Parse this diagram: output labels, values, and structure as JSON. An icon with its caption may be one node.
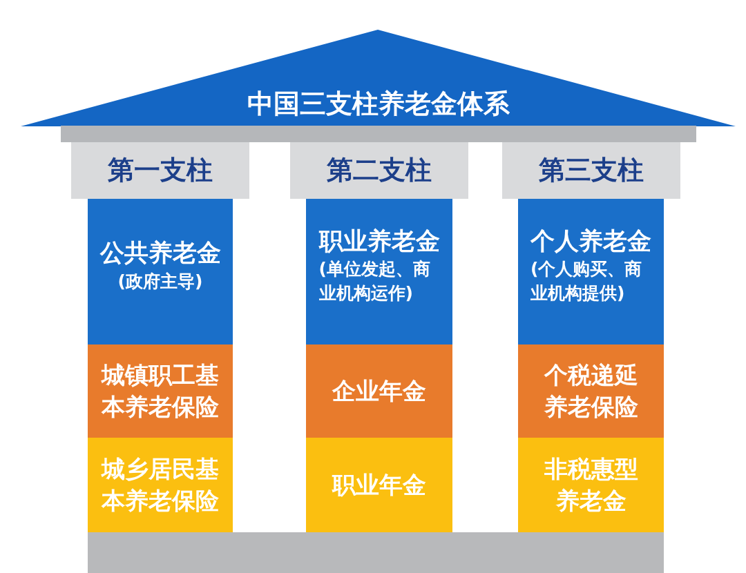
{
  "diagram": {
    "nodes": [
      {
        "text": [
          "中国三支柱养老金体系"
        ]
      },
      {
        "text": [],
        "shape": "bar"
      },
      {
        "text": [
          "第一支柱"
        ]
      },
      {
        "text": [
          "第二支柱"
        ]
      },
      {
        "text": [
          "第三支柱"
        ]
      },
      {
        "text": [
          "公共养老金",
          "(政府主导)"
        ]
      },
      {
        "text": [
          "职业养老金",
          "(单位发起、商业机构运作)"
        ]
      },
      {
        "text": [
          "个人养老金",
          "(个人购买、商业机构提供)"
        ]
      },
      {
        "text": [
          "城镇职工基本养老保险"
        ]
      },
      {
        "text": [
          "企业年金"
        ]
      },
      {
        "text": [
          "个税递延养老保险"
        ]
      },
      {
        "text": [
          "城乡居民基本养老保险"
        ]
      },
      {
        "text": [
          "职业年金"
        ]
      },
      {
        "text": [
          "非税惠型养老金"
        ]
      },
      {
        "text": [],
        "shape": "bar"
      }
    ]
  }
}
